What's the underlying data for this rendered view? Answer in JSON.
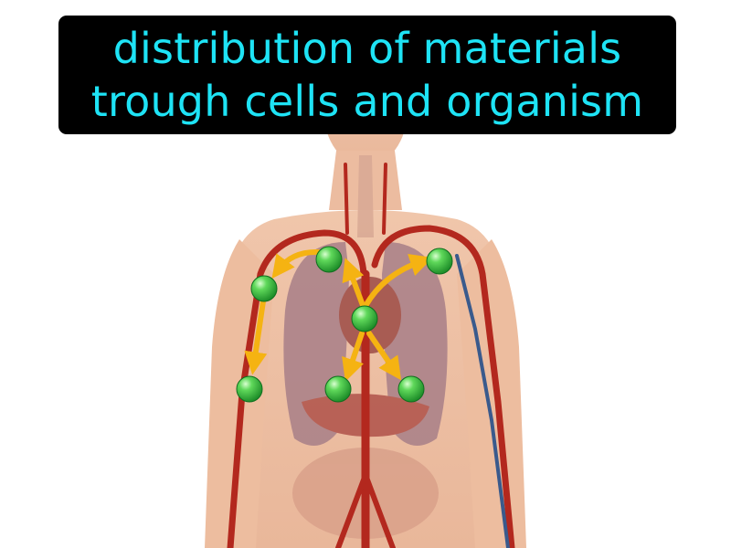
{
  "caption": {
    "line1": "distribution of materials",
    "line2": "trough cells and organism"
  },
  "colors": {
    "caption_bg": "#000000",
    "caption_text": "#1ee3f5",
    "skin": "#f2c8aa",
    "artery": "#b3281e",
    "vein": "#3a5a8c",
    "lung": "#a87f88",
    "liver": "#b0524a",
    "arrow": "#f5b312",
    "cell": "#3fbf3f"
  },
  "icons": [
    "human-body-anatomy",
    "cell-sphere",
    "arrow"
  ]
}
